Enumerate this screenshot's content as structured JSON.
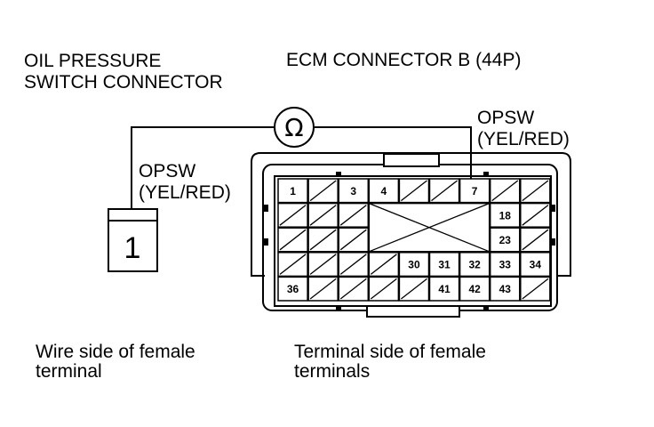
{
  "labels": {
    "oil_switch": "OIL PRESSURE\nSWITCH CONNECTOR",
    "ecm_connector": "ECM CONNECTOR B (44P)",
    "opsw_right_name": "OPSW",
    "opsw_right_color": "(YEL/RED)",
    "opsw_left_name": "OPSW",
    "opsw_left_color": "(YEL/RED)",
    "ohm_symbol": "Ω",
    "switch_pin": "1",
    "caption_left": "Wire side of female\nterminal",
    "caption_right": "Terminal side of female\nterminals"
  },
  "ecm_rows": [
    [
      "1",
      "",
      "3",
      "4",
      "",
      "",
      "7",
      "",
      ""
    ],
    [
      "",
      "",
      "",
      "",
      "",
      "",
      "",
      "18",
      ""
    ],
    [
      "",
      "",
      "",
      "",
      "",
      "",
      "",
      "23",
      ""
    ],
    [
      "",
      "",
      "",
      "",
      "30",
      "31",
      "32",
      "33",
      "34"
    ],
    [
      "36",
      "",
      "",
      "",
      "",
      "41",
      "42",
      "43",
      ""
    ]
  ]
}
